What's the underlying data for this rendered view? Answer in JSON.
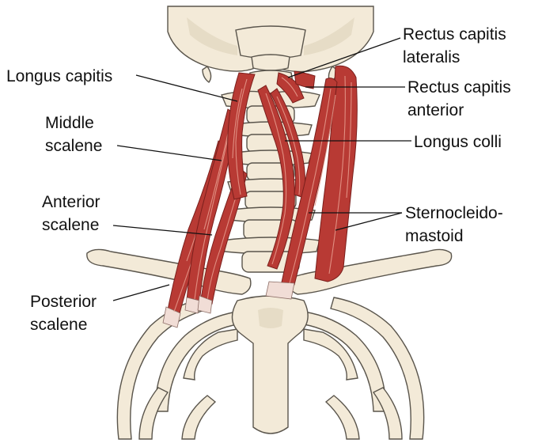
{
  "labels": {
    "longus_capitis": "Longus capitis",
    "middle_scalene_1": "Middle",
    "middle_scalene_2": "scalene",
    "anterior_scalene_1": "Anterior",
    "anterior_scalene_2": "scalene",
    "posterior_scalene_1": "Posterior",
    "posterior_scalene_2": "scalene",
    "rectus_capitis_lateralis_1": "Rectus capitis",
    "rectus_capitis_lateralis_2": "lateralis",
    "rectus_capitis_anterior_1": "Rectus capitis",
    "rectus_capitis_anterior_2": "anterior",
    "longus_colli": "Longus colli",
    "sternocleidomastoid_1": "Sternocleido-",
    "sternocleidomastoid_2": "mastoid"
  },
  "colors": {
    "muscle": "#b83a34",
    "muscle_highlight": "#e79d8f",
    "bone": "#f3ead8",
    "outline": "#5a554c"
  }
}
